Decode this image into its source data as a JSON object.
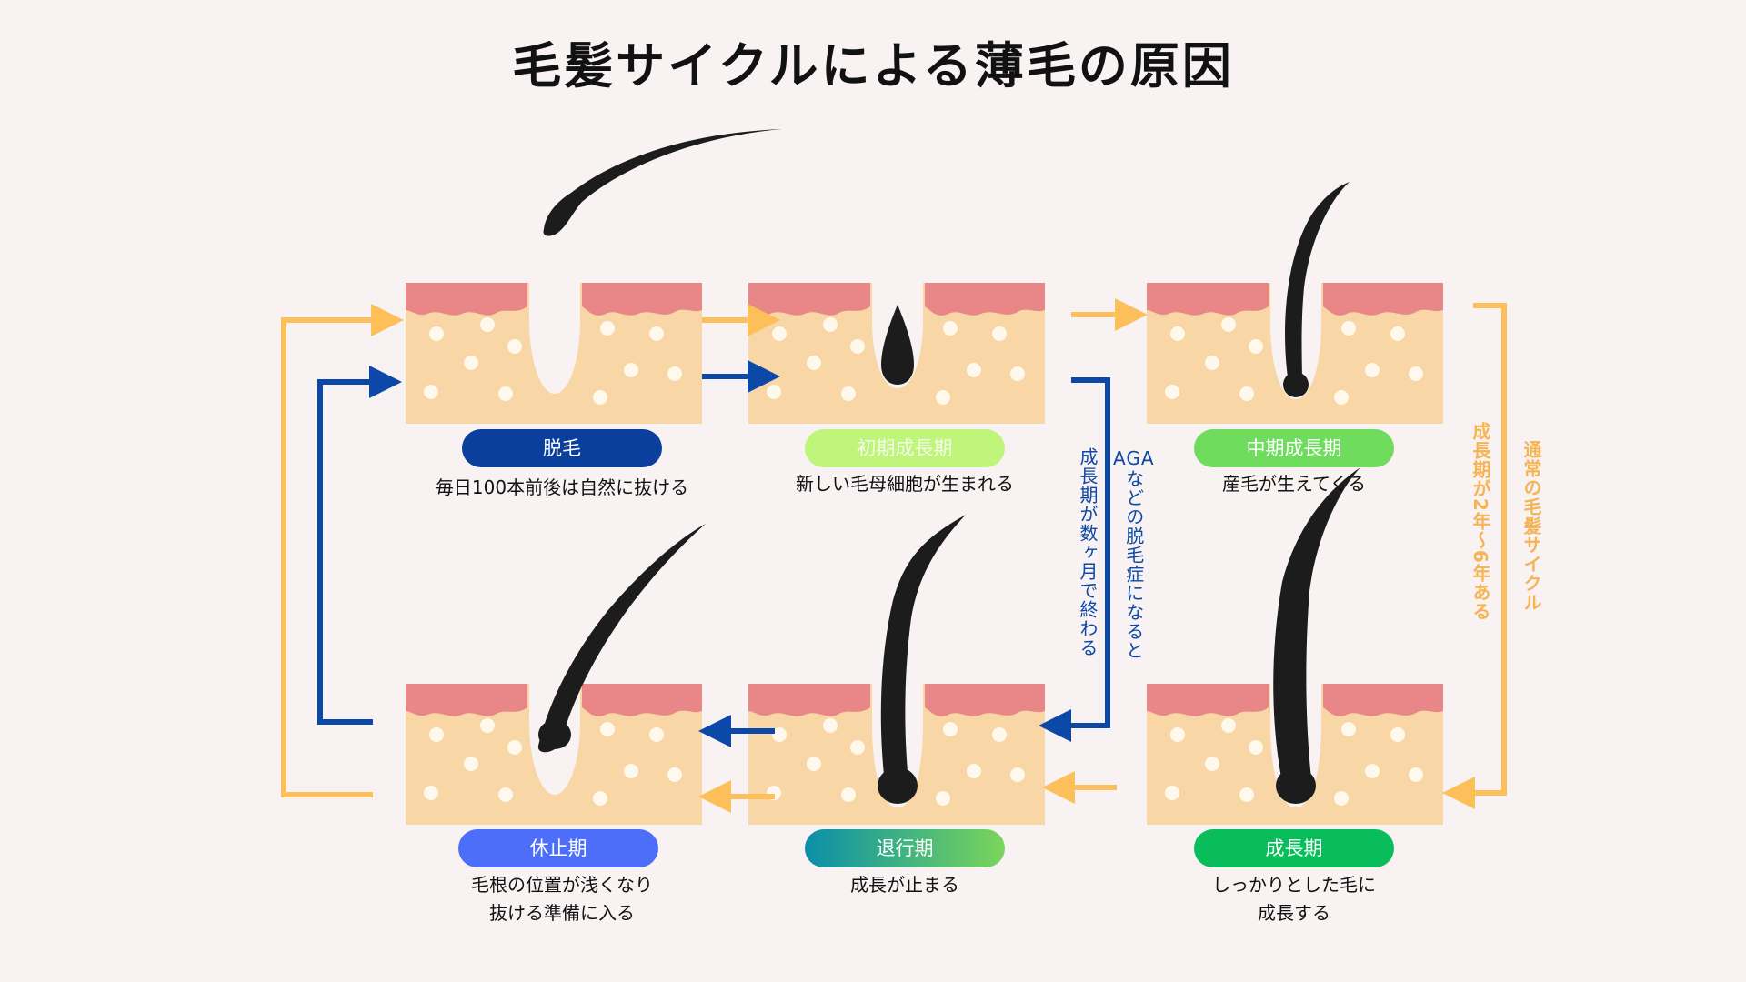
{
  "title": "毛髪サイクルによる薄毛の原因",
  "stages": {
    "shedding": {
      "label": "脱毛",
      "desc1": "毎日100本前後は自然に抜ける",
      "color": "#0b3f9e"
    },
    "early": {
      "label": "初期成長期",
      "desc1": "新しい毛母細胞が生まれる",
      "color": "#bef57a"
    },
    "mid": {
      "label": "中期成長期",
      "desc1": "産毛が生えてくる",
      "color": "#6fdc5e"
    },
    "growth": {
      "label": "成長期",
      "desc1": "しっかりとした毛に",
      "desc2": "成長する",
      "color": "#09bd5a"
    },
    "regress": {
      "label": "退行期",
      "desc1": "成長が止まる",
      "color_from": "#0a8fa8",
      "color_to": "#7ad65a"
    },
    "rest": {
      "label": "休止期",
      "desc1": "毛根の位置が浅くなり",
      "desc2": "抜ける準備に入る",
      "color": "#4d6ef8"
    }
  },
  "annotations": {
    "aga_prefix": "AGA",
    "aga_rest": "などの脱毛症になると",
    "aga_short": "成長期が数ヶ月で終わる",
    "normal_cycle": "通常の毛髪サイクル",
    "normal_growth": "成長期が2年～6年ある"
  },
  "colors": {
    "background": "#f8f2f2",
    "skin": "#f8d6a5",
    "gum": "#e88688",
    "hair": "#1c1c1c",
    "dot": "#fff8ec",
    "blue_arrow": "#0c48a8",
    "orange_arrow": "#fcbf5a"
  }
}
